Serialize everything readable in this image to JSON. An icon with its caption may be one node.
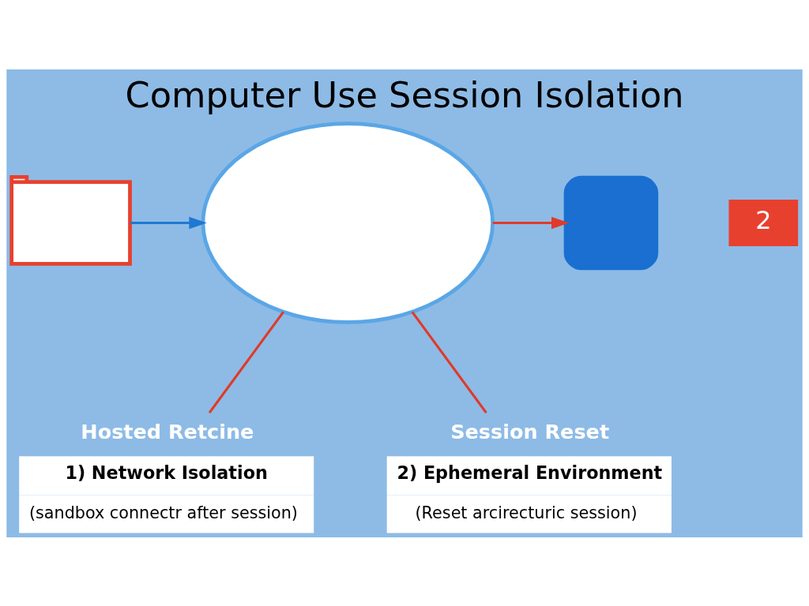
{
  "diagram": {
    "title": "Computer Use Session Isolation",
    "nodes": [
      {
        "text": [],
        "shape": "picture"
      },
      {
        "text": [],
        "shape": "cloud"
      },
      {
        "text": [],
        "shape": "box"
      },
      {
        "text": [
          "Hosted Retcine",
          "1) Network Isolation",
          "(sandbox connectr after session)"
        ]
      },
      {
        "text": [
          "Session Reset",
          "2) Ephemeral Environment",
          "(Reset arcirecturic session)"
        ]
      }
    ],
    "edges": [
      {
        "from": 0,
        "to": 1,
        "arrow": "to",
        "color": "#1f78d1"
      },
      {
        "from": 1,
        "to": 2,
        "arrow": "to"
      },
      {
        "from": 1,
        "to": 3,
        "arrow": "none"
      },
      {
        "from": 1,
        "to": 4,
        "arrow": "none"
      }
    ],
    "labels": [
      "2"
    ]
  }
}
